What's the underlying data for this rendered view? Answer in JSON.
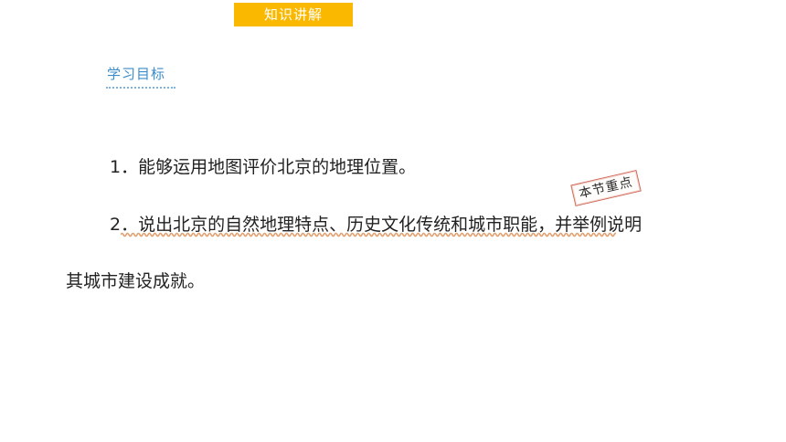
{
  "header": {
    "tab_label": "知识讲解"
  },
  "section": {
    "heading": "学习目标"
  },
  "objectives": [
    "1．能够运用地图评价北京的地理位置。",
    "2．说出北京的自然地理特点、历史文化传统和城市职能，并举例说明",
    "其城市建设成就。"
  ],
  "stamp": {
    "label": "本节重点"
  },
  "colors": {
    "tab_background": "#fbb800",
    "heading_text": "#3c8cc8",
    "wavy_underline": "#e0a070",
    "stamp_border": "#d06a5a"
  }
}
